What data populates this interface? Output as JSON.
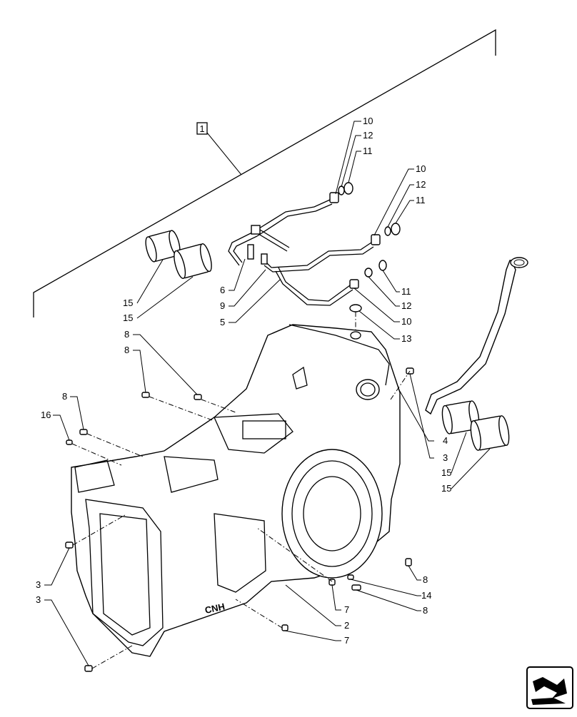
{
  "diagram": {
    "kit_label": "1",
    "callouts": [
      {
        "id": "c-10-a",
        "text": "10"
      },
      {
        "id": "c-12-a",
        "text": "12"
      },
      {
        "id": "c-11-a",
        "text": "11"
      },
      {
        "id": "c-10-b",
        "text": "10"
      },
      {
        "id": "c-12-b",
        "text": "12"
      },
      {
        "id": "c-11-b",
        "text": "11"
      },
      {
        "id": "c-11-c",
        "text": "11"
      },
      {
        "id": "c-12-c",
        "text": "12"
      },
      {
        "id": "c-10-c",
        "text": "10"
      },
      {
        "id": "c-13",
        "text": "13"
      },
      {
        "id": "c-6",
        "text": "6"
      },
      {
        "id": "c-9",
        "text": "9"
      },
      {
        "id": "c-5",
        "text": "5"
      },
      {
        "id": "c-15-a",
        "text": "15"
      },
      {
        "id": "c-15-b",
        "text": "15"
      },
      {
        "id": "c-8-a",
        "text": "8"
      },
      {
        "id": "c-8-b",
        "text": "8"
      },
      {
        "id": "c-8-c",
        "text": "8"
      },
      {
        "id": "c-16",
        "text": "16"
      },
      {
        "id": "c-4",
        "text": "4"
      },
      {
        "id": "c-3-a",
        "text": "3"
      },
      {
        "id": "c-15-c",
        "text": "15"
      },
      {
        "id": "c-15-d",
        "text": "15"
      },
      {
        "id": "c-3-b",
        "text": "3"
      },
      {
        "id": "c-3-c",
        "text": "3"
      },
      {
        "id": "c-8-d",
        "text": "8"
      },
      {
        "id": "c-14",
        "text": "14"
      },
      {
        "id": "c-8-e",
        "text": "8"
      },
      {
        "id": "c-7-a",
        "text": "7"
      },
      {
        "id": "c-2",
        "text": "2"
      },
      {
        "id": "c-7-b",
        "text": "7"
      }
    ],
    "housing_logo": "CNH",
    "nav_icon": "next-page-arrow-icon"
  }
}
